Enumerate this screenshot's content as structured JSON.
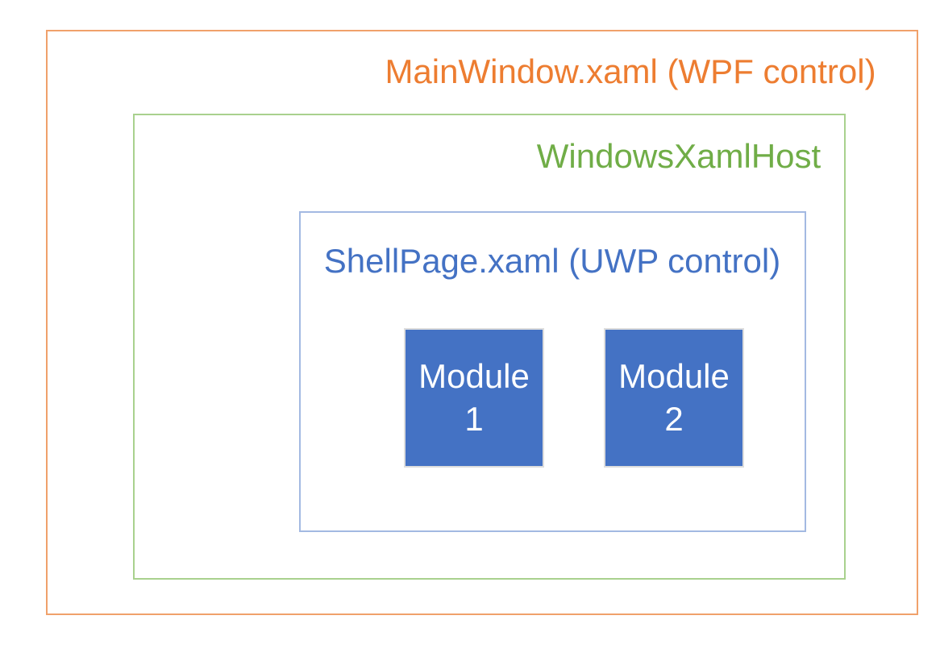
{
  "diagram": {
    "description": "Nested architecture diagram of XAML Islands hosting",
    "main_window": {
      "label": "MainWindow.xaml (WPF control)",
      "text_color": "#ED7D31",
      "border_color": "#F0A16B"
    },
    "xaml_host": {
      "label": "WindowsXamlHost",
      "text_color": "#70AD47",
      "border_color": "#A9D18E"
    },
    "shell_page": {
      "label": "ShellPage.xaml (UWP control)",
      "text_color": "#4472C4",
      "border_color": "#A3B9E2"
    },
    "modules": [
      {
        "line1": "Module",
        "line2": "1",
        "fill_color": "#4472C4",
        "text_color": "#FFFFFF"
      },
      {
        "line1": "Module",
        "line2": "2",
        "fill_color": "#4472C4",
        "text_color": "#FFFFFF"
      }
    ]
  }
}
